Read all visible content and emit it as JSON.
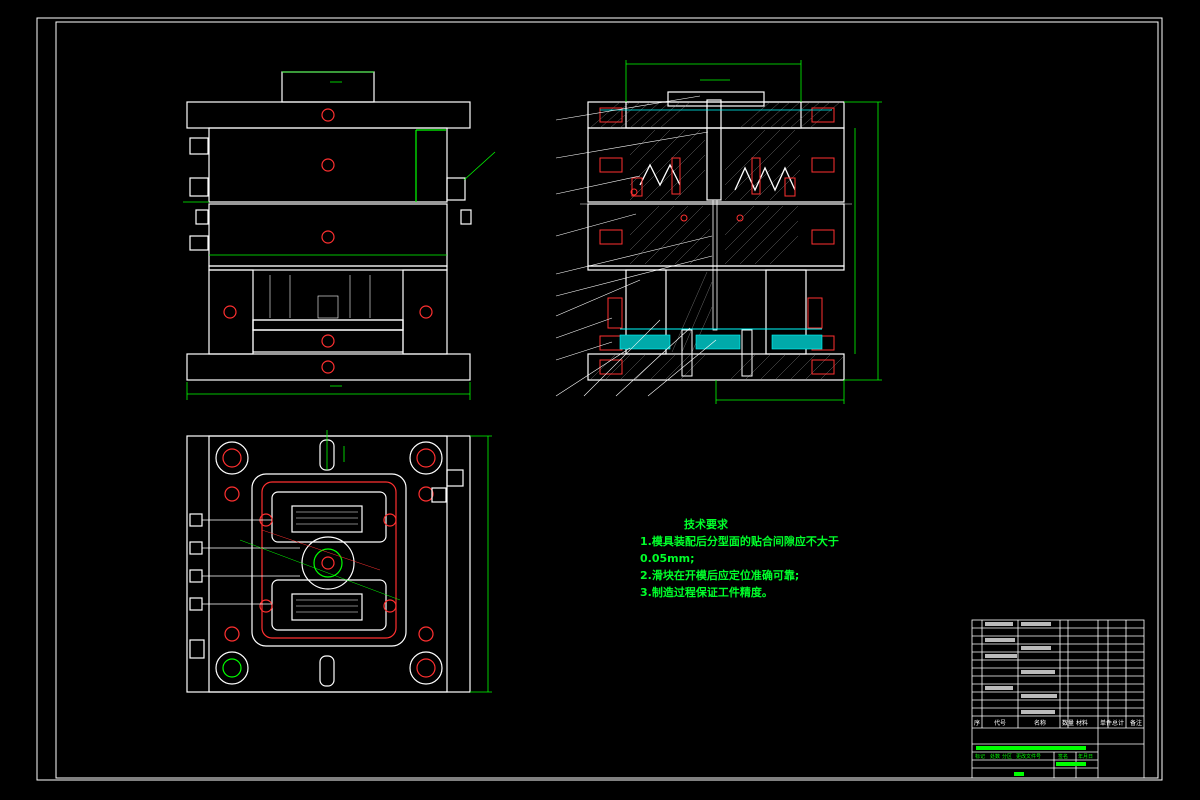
{
  "notes": {
    "title": "技术要求",
    "lines": [
      "1.模具装配后分型面的贴合间隙应不大于",
      "0.05mm;",
      "2.滑块在开模后应定位准确可靠;",
      "3.制造过程保证工件精度。"
    ]
  },
  "title_block": {
    "header_row": [
      "序",
      "代号",
      "名称",
      "数量",
      "材料",
      "单件",
      "总计",
      "备注"
    ],
    "sign_row": [
      "标记",
      "处数",
      "分区",
      "更改文件号",
      "签名",
      "年月日"
    ]
  }
}
